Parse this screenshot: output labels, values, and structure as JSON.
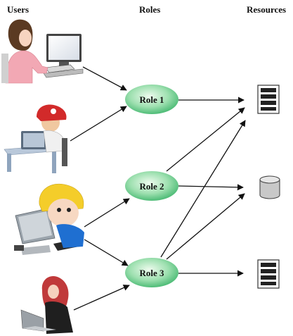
{
  "headers": {
    "users": "Users",
    "roles": "Roles",
    "resources": "Resources"
  },
  "roles": [
    {
      "label": "Role 1"
    },
    {
      "label": "Role 2"
    },
    {
      "label": "Role 3"
    }
  ],
  "colors": {
    "role_fill_light": "#eefbee",
    "role_fill_dark": "#4cc07a",
    "arrow": "#111111"
  },
  "icons": {
    "user_1": "woman-at-desktop-icon",
    "user_2": "child-at-computer-icon",
    "user_3": "blond-boy-at-computer-icon",
    "user_4": "woman-with-laptop-icon",
    "resource_1": "server-icon",
    "resource_2": "database-cylinder-icon",
    "resource_3": "server-icon"
  }
}
